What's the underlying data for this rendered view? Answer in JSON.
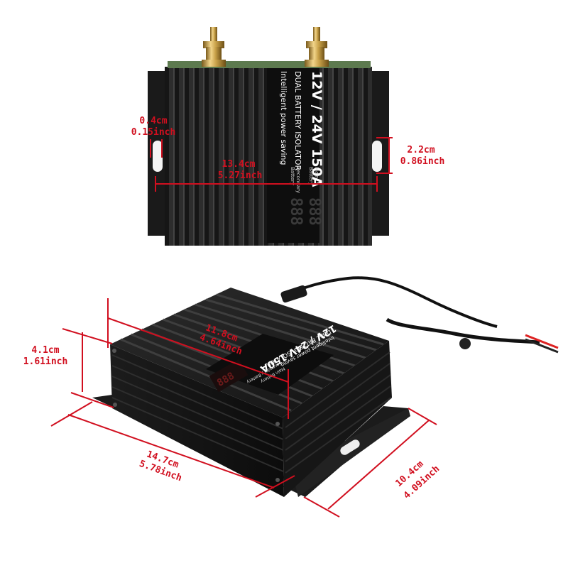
{
  "top_view": {
    "model_label": "12V / 24V 150A",
    "product_name": "DUAL BATTERY ISOLATOR",
    "tagline": "Intelligent power saving",
    "main_battery_label_1": "Main",
    "main_battery_label_2": "Battery",
    "secondary_battery_label_1": "Secondary",
    "secondary_battery_label_2": "Battery",
    "display_digits": "888",
    "dim_slot_cm": "0.4cm",
    "dim_slot_in": "0.15inch",
    "dim_mount_cm": "13.4cm",
    "dim_mount_in": "5.27inch",
    "dim_flange_cm": "2.2cm",
    "dim_flange_in": "0.86inch"
  },
  "iso_view": {
    "model_label": "12V / 24V 150A",
    "product_name": "DUAL BATTERY ISOLATOR",
    "tagline": "Intelligent power saving",
    "main_battery_label": "Main Battery",
    "secondary_battery_label": "Secondary Battery",
    "dim_height_cm": "4.1cm",
    "dim_height_in": "1.61inch",
    "dim_body_cm": "11.8cm",
    "dim_body_in": "4.64inch",
    "dim_length_cm": "14.7cm",
    "dim_length_in": "5.78inch",
    "dim_width_cm": "10.4cm",
    "dim_width_in": "4.09inch"
  },
  "colors": {
    "dimension_red": "#d10f1f",
    "body_black": "#151515",
    "brass": "#c9a24a"
  }
}
